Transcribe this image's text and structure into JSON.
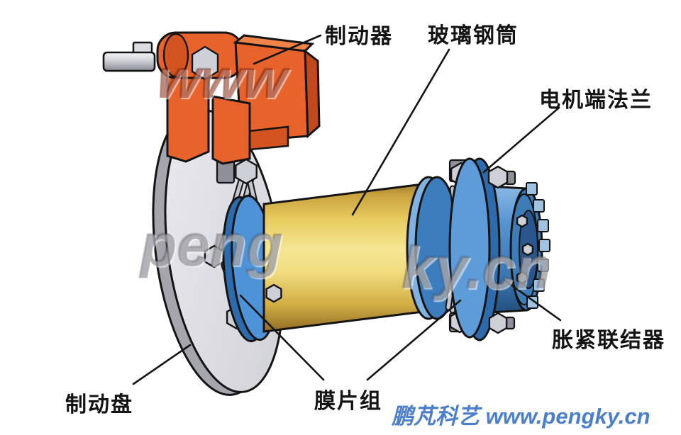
{
  "figure": {
    "background": "#ffffff",
    "labels": {
      "brake": "制动器",
      "fiberglass_tube": "玻璃钢筒",
      "motor_end_flange": "电机端法兰",
      "expansion_coupling": "胀紧联结器",
      "diaphragm_group": "膜片组",
      "brake_disc": "制动盘"
    },
    "watermarks": {
      "top_left": "www",
      "center_left": "peng",
      "center_right": "ky.cn"
    },
    "credit": "鹏芃科艺 www.pengky.cn",
    "colors": {
      "background": "#ffffff",
      "brake_orange": "#E8632B",
      "brake_orange_dark": "#C2491B",
      "brake_orange_light": "#F08448",
      "tube_yellow": "#EFD168",
      "flange_blue": "#4E93D8",
      "flange_blue_dark": "#2E6BAD",
      "coupling_face_blue": "#3E7CB8",
      "coupling_inner_blue": "#29578D",
      "disc_gray": "#DEDEE2",
      "disc_gray_rim": "#A4A5AD",
      "metal_silver": "#CDD0D7",
      "outline": "#141414",
      "credit_blue": "#4B7FCB"
    }
  }
}
